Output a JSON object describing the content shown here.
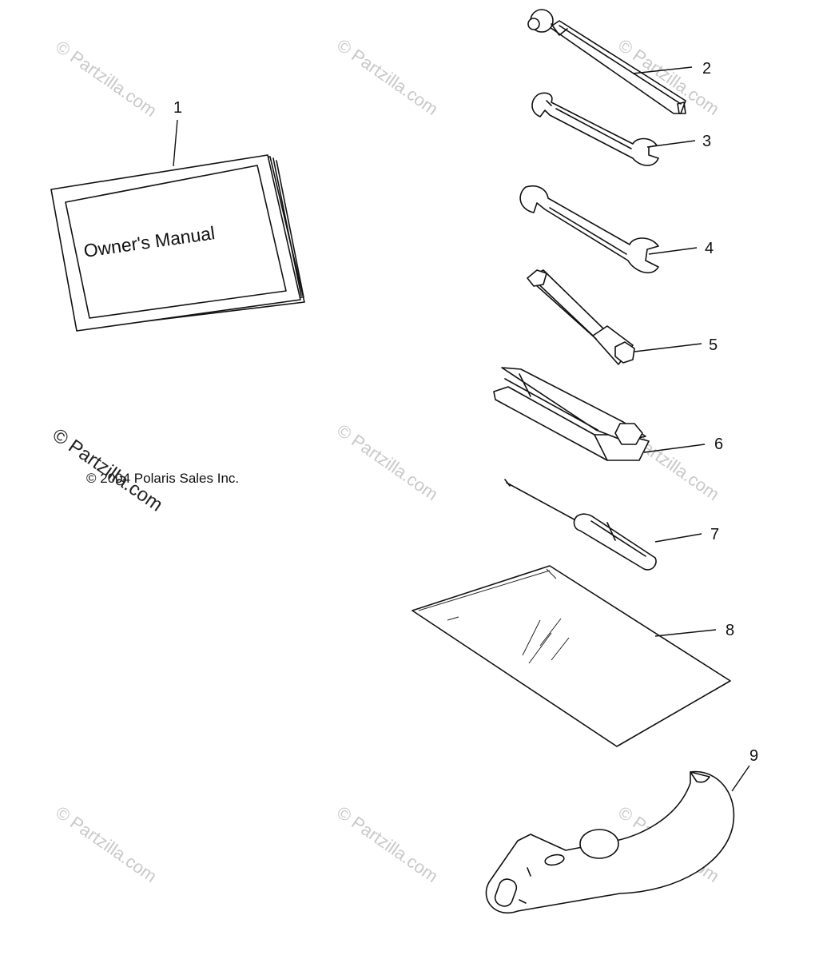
{
  "diagram": {
    "manual_cover_text": "Owner's Manual",
    "copyright": "© 2004 Polaris Sales Inc.",
    "watermark": "© Partzilla.com",
    "callouts": [
      {
        "id": "1",
        "part": "owners-manual"
      },
      {
        "id": "2",
        "part": "pressure-gauge"
      },
      {
        "id": "3",
        "part": "small-wrench"
      },
      {
        "id": "4",
        "part": "large-wrench"
      },
      {
        "id": "5",
        "part": "spark-plug-socket"
      },
      {
        "id": "6",
        "part": "tool-holder"
      },
      {
        "id": "7",
        "part": "screwdriver"
      },
      {
        "id": "8",
        "part": "document-pouch"
      },
      {
        "id": "9",
        "part": "bracket"
      }
    ]
  }
}
